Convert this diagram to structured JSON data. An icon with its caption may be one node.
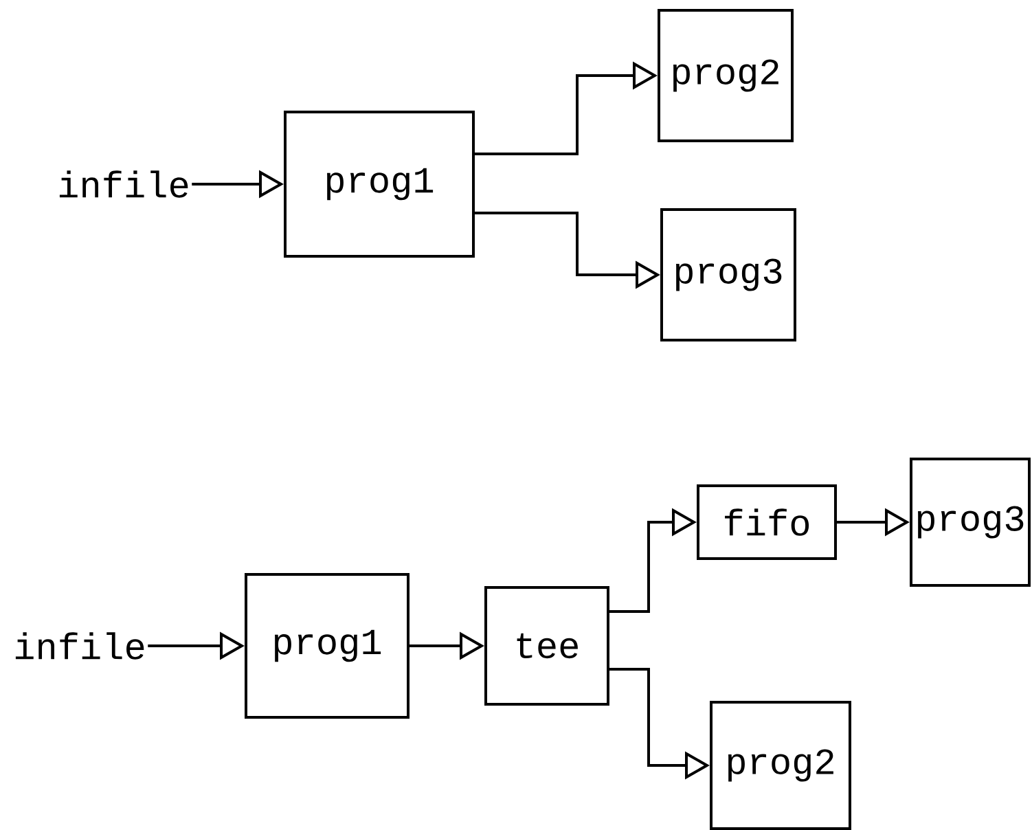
{
  "diagram": {
    "nodes": [
      {
        "text": [
          "infile"
        ]
      },
      {
        "text": [
          "prog1"
        ]
      },
      {
        "text": [
          "prog2"
        ]
      },
      {
        "text": [
          "prog3"
        ]
      },
      {
        "text": [
          "infile"
        ]
      },
      {
        "text": [
          "prog1"
        ]
      },
      {
        "text": [
          "tee"
        ]
      },
      {
        "text": [
          "fifo"
        ]
      },
      {
        "text": [
          "prog3"
        ]
      },
      {
        "text": [
          "prog2"
        ]
      }
    ],
    "edges": [
      {
        "from": 0,
        "to": 1,
        "arrow": "to"
      },
      {
        "from": 1,
        "to": 2,
        "arrow": "to"
      },
      {
        "from": 1,
        "to": 3,
        "arrow": "to"
      },
      {
        "from": 4,
        "to": 5,
        "arrow": "to"
      },
      {
        "from": 5,
        "to": 6,
        "arrow": "to"
      },
      {
        "from": 6,
        "to": 7,
        "arrow": "to"
      },
      {
        "from": 7,
        "to": 8,
        "arrow": "to"
      },
      {
        "from": 6,
        "to": 9,
        "arrow": "to"
      }
    ]
  }
}
